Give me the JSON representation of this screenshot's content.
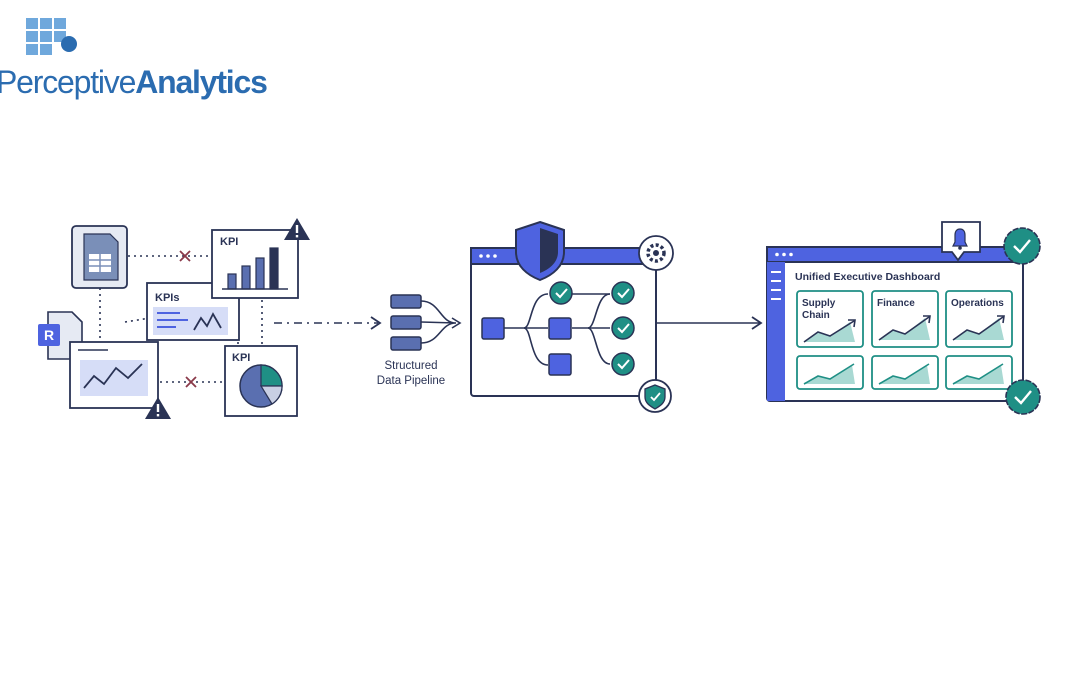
{
  "brand": {
    "name_part1": "Perceptive",
    "name_part2": "Analytics",
    "primary_color": "#2b6cb0",
    "tile_color": "#6fa8dc"
  },
  "left_panel": {
    "kpi_top_label": "KPI",
    "kpis_label": "KPIs",
    "kpi_bottom_label": "KPI",
    "r_badge": "R"
  },
  "pipeline": {
    "label_line1": "Structured",
    "label_line2": "Data Pipeline"
  },
  "dashboard": {
    "title": "Unified Executive Dashboard",
    "cards": [
      {
        "line1": "Supply",
        "line2": "Chain"
      },
      {
        "line1": "Finance",
        "line2": ""
      },
      {
        "line1": "Operations",
        "line2": ""
      }
    ]
  },
  "colors": {
    "accent_blue": "#4e63e0",
    "navy": "#2a3355",
    "teal": "#1f8f85",
    "teal_light": "#a9d9d3",
    "light_blue_fill": "#d6ddf7"
  }
}
